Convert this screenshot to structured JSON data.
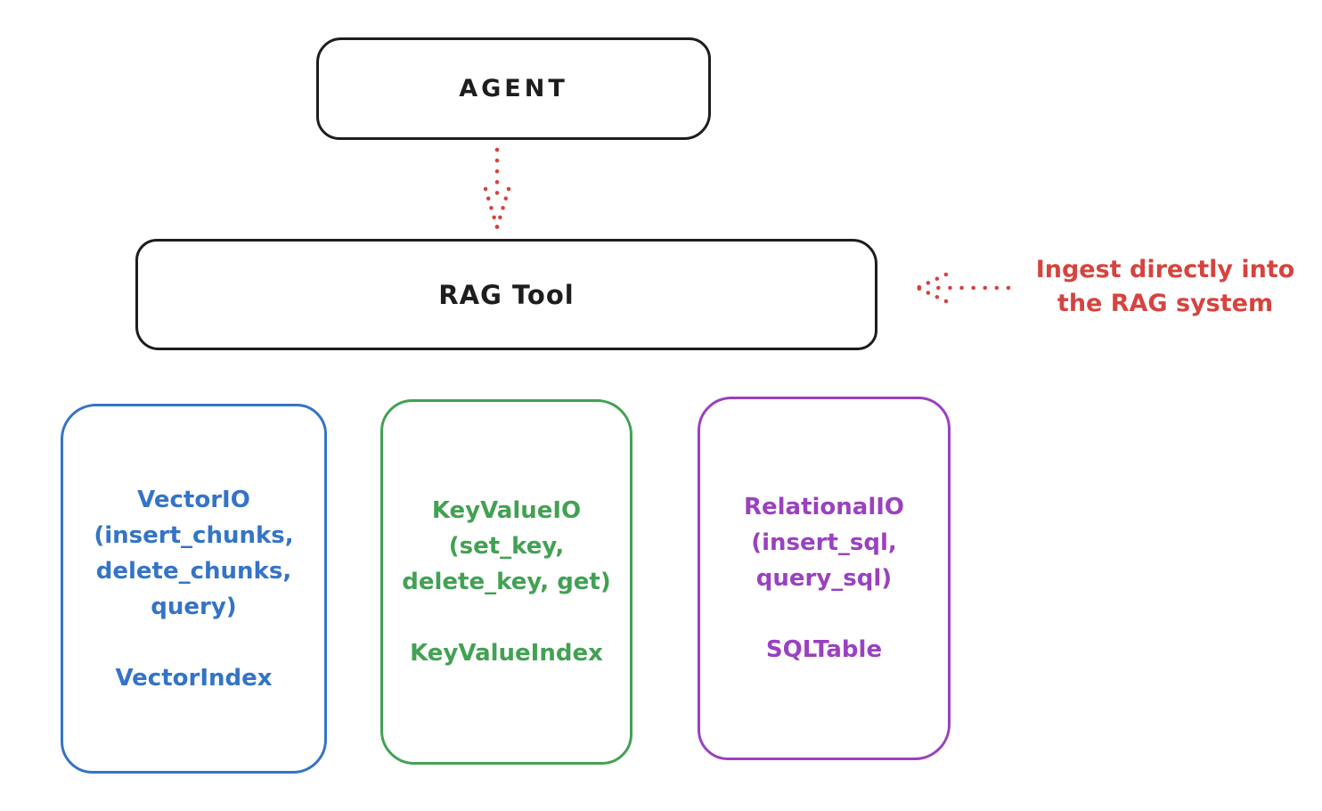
{
  "canvas": {
    "background": "#ffffff"
  },
  "colors": {
    "ink": "#1d1d1d",
    "accent_red": "#d5443f"
  },
  "agent": {
    "label": "AGENT"
  },
  "rag_tool": {
    "label": "RAG Tool"
  },
  "ingest_note": {
    "line1": "Ingest directly into",
    "line2": "the RAG system"
  },
  "backends": [
    {
      "id": "vector-io",
      "color": "#3474c6",
      "lines": [
        "VectorIO",
        "(insert_chunks,",
        "delete_chunks,",
        "query)"
      ],
      "index": "VectorIndex"
    },
    {
      "id": "keyvalue-io",
      "color": "#42a153",
      "lines": [
        "KeyValueIO",
        "(set_key,",
        "delete_key, get)"
      ],
      "index": "KeyValueIndex"
    },
    {
      "id": "relational-io",
      "color": "#9a41c0",
      "lines": [
        "RelationalIO",
        "(insert_sql,",
        "query_sql)"
      ],
      "index": "SQLTable"
    }
  ]
}
